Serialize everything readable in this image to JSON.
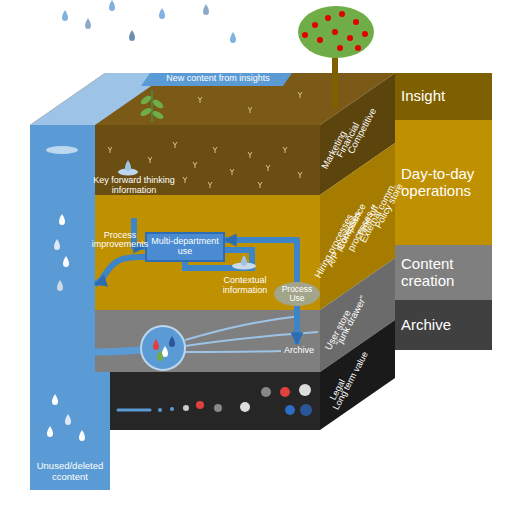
{
  "diagram": {
    "nodes": [
      {
        "text": [
          "Insight"
        ]
      },
      {
        "text": [
          "Day-to-day operations"
        ]
      },
      {
        "text": [
          "Content creation"
        ]
      },
      {
        "text": [
          "Archive"
        ]
      },
      {
        "text": [
          "Key forward thinking information"
        ]
      },
      {
        "text": [
          "Multi-department use"
        ]
      },
      {
        "text": [
          "Contextual information"
        ]
      },
      {
        "text": [
          "Process Use"
        ]
      },
      {
        "text": [
          "Archive"
        ]
      },
      {
        "text": [
          "Unused/deleted ccontent"
        ]
      }
    ],
    "edges": [
      {
        "from": 4,
        "to": 5,
        "arrow": "to"
      },
      {
        "from": 7,
        "to": 5,
        "arrow": "to"
      },
      {
        "from": 5,
        "to": 9,
        "label": "Process improvements",
        "arrow": "to"
      },
      {
        "from": 7,
        "to": 8,
        "arrow": "to"
      }
    ],
    "labels": [
      "New content from insights",
      "Marketing",
      "Financial",
      "Competitive",
      "Hiring processes",
      "A/P processes",
      "Compliance processes",
      "Time-off",
      "External comm.",
      "Policy store",
      "User store",
      "“junk drawer”",
      "Legal",
      "Long term value"
    ]
  }
}
